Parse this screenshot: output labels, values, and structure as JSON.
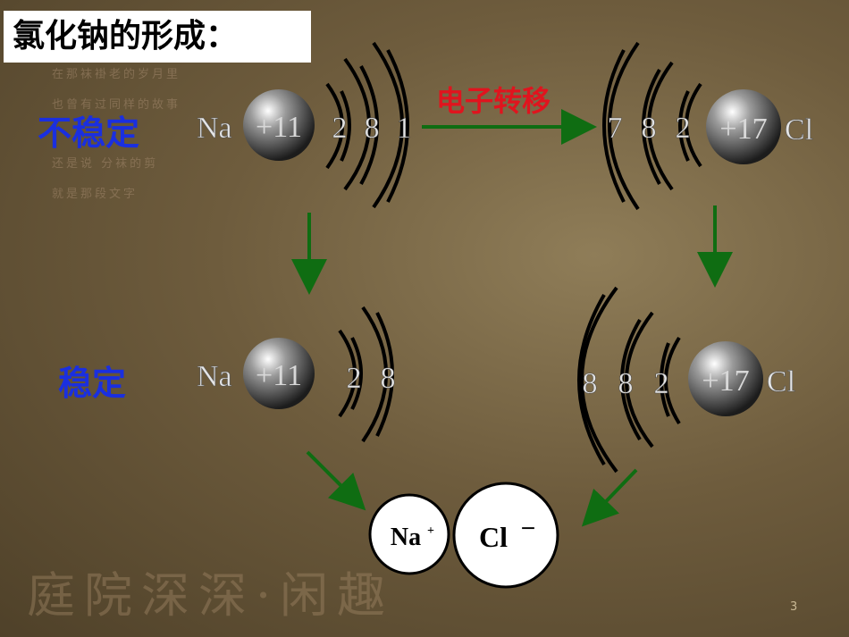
{
  "title": "氯化钠的形成：",
  "labels": {
    "unstable": "不稳定",
    "stable": "稳定",
    "electron_transfer": "电子转移"
  },
  "na_atom": {
    "symbol": "Na",
    "nucleus": "+11",
    "shells": [
      "2",
      "8",
      "1"
    ]
  },
  "cl_atom": {
    "symbol": "Cl",
    "nucleus": "+17",
    "shells": [
      "7",
      "8",
      "2"
    ]
  },
  "na_ion": {
    "symbol": "Na",
    "nucleus": "+11",
    "shells": [
      "2",
      "8"
    ]
  },
  "cl_ion": {
    "symbol": "Cl",
    "nucleus": "+17",
    "shells": [
      "8",
      "8",
      "2"
    ]
  },
  "ion_circles": {
    "na": "Na",
    "na_charge": "+",
    "cl": "Cl",
    "cl_charge": "－"
  },
  "background_text": {
    "poem_lines": [
      "在那袜褂老的岁月里",
      "也曾有过同样的故事",
      "还是说 分袜的剪",
      "就是那段文字"
    ],
    "seal": "庭院深深·闲趣"
  },
  "page_number": "3",
  "colors": {
    "arrow": "#0f6d12",
    "label_blue": "#1a2fe0",
    "label_red": "#e0141e"
  }
}
